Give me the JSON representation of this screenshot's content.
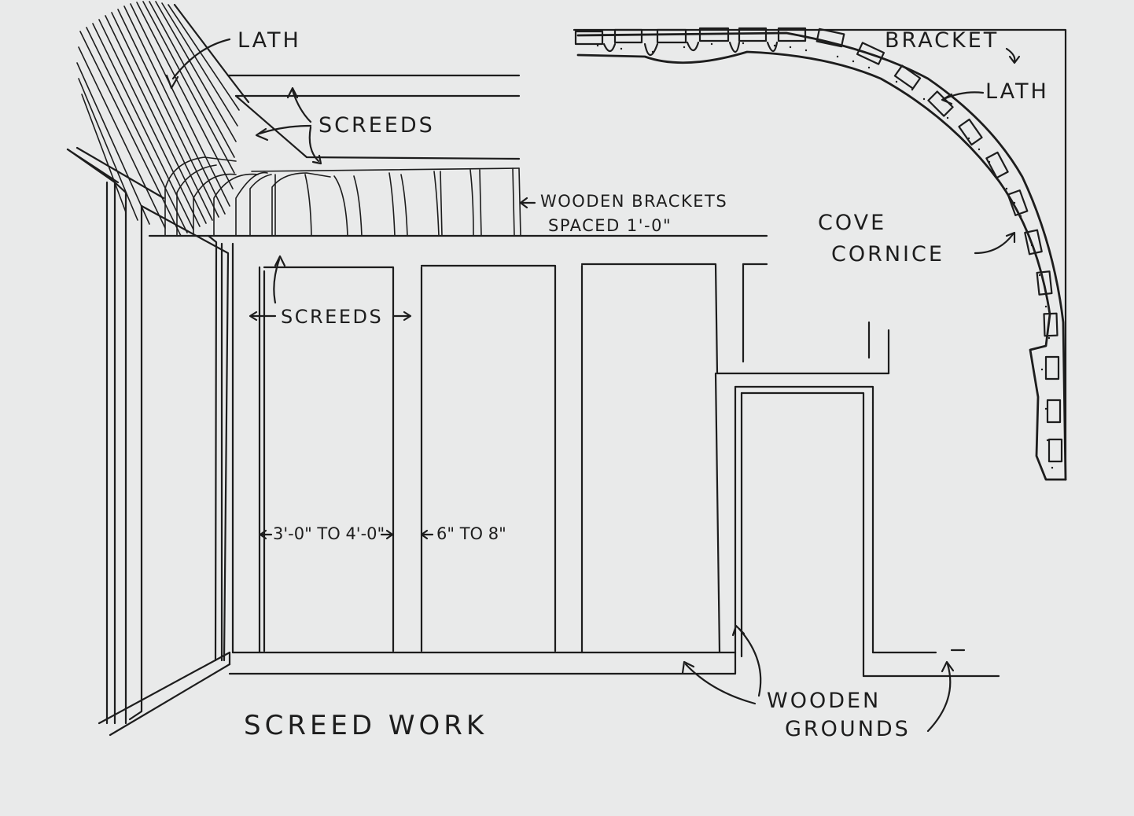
{
  "labels": {
    "lath_top": "LATH",
    "screeds_ceiling": "SCREEDS",
    "wooden_brackets": "WOODEN BRACKETS",
    "spaced": "SPACED 1'-0\"",
    "screeds_wall": "SCREEDS",
    "width_panel": "3'-0\" TO 4'-0\"",
    "width_screed": "6\" TO 8\"",
    "bracket": "BRACKET",
    "lath_right": "LATH",
    "cove": "COVE",
    "cornice": "CORNICE",
    "wooden": "WOODEN",
    "grounds": "GROUNDS",
    "title": "SCREED WORK"
  },
  "colors": {
    "paper": "#e9eaea",
    "ink": "#1d1d1d"
  }
}
